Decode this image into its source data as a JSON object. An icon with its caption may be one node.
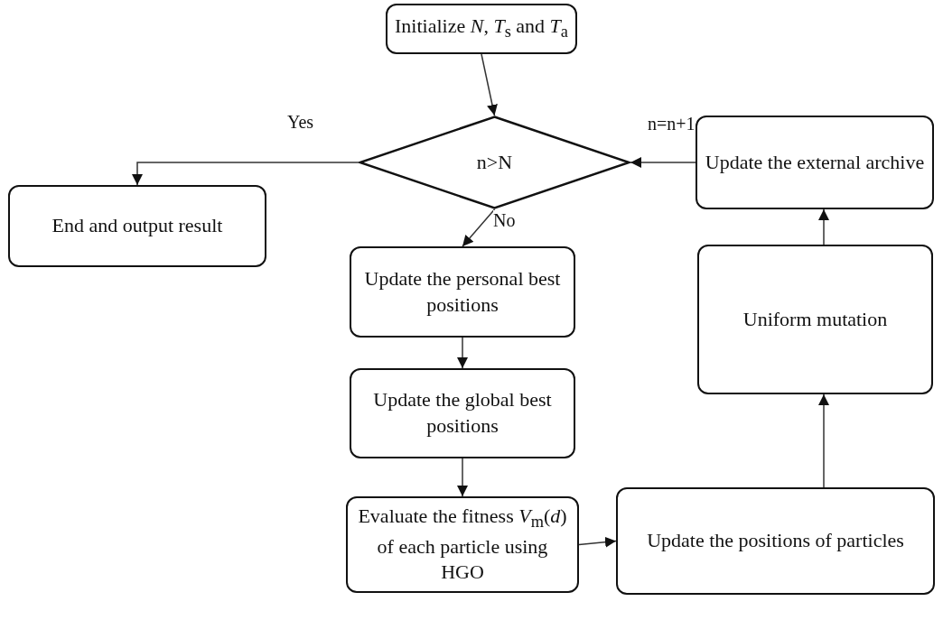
{
  "diagram": {
    "nodes": [
      {
        "text": [
          "Initialize *N*, *T*$_{s}$ and *T*$_{a}$"
        ]
      },
      {
        "text": [
          "n>N"
        ]
      },
      {
        "text": [
          "End and output result"
        ]
      },
      {
        "text": [
          "Update the personal best positions"
        ]
      },
      {
        "text": [
          "Update the global best positions"
        ]
      },
      {
        "text": [
          "Evaluate the fitness *V*$_{m}$(*d*) of each particle using HGO"
        ]
      },
      {
        "text": [
          "Update the positions of particles"
        ]
      },
      {
        "text": [
          "Uniform mutation"
        ]
      },
      {
        "text": [
          "Update the external archive"
        ]
      }
    ],
    "edges": [
      {
        "from": 0,
        "to": 1,
        "arrow": "to"
      },
      {
        "from": 1,
        "to": 2,
        "arrow": "to",
        "label": "Yes"
      },
      {
        "from": 1,
        "to": 3,
        "arrow": "to",
        "label": "No"
      },
      {
        "from": 3,
        "to": 4,
        "arrow": "to"
      },
      {
        "from": 4,
        "to": 5,
        "arrow": "to"
      },
      {
        "from": 5,
        "to": 6,
        "arrow": "to"
      },
      {
        "from": 6,
        "to": 7,
        "arrow": "to"
      },
      {
        "from": 7,
        "to": 8,
        "arrow": "to"
      },
      {
        "from": 8,
        "to": 1,
        "arrow": "to",
        "label": "n=n+1"
      }
    ]
  }
}
